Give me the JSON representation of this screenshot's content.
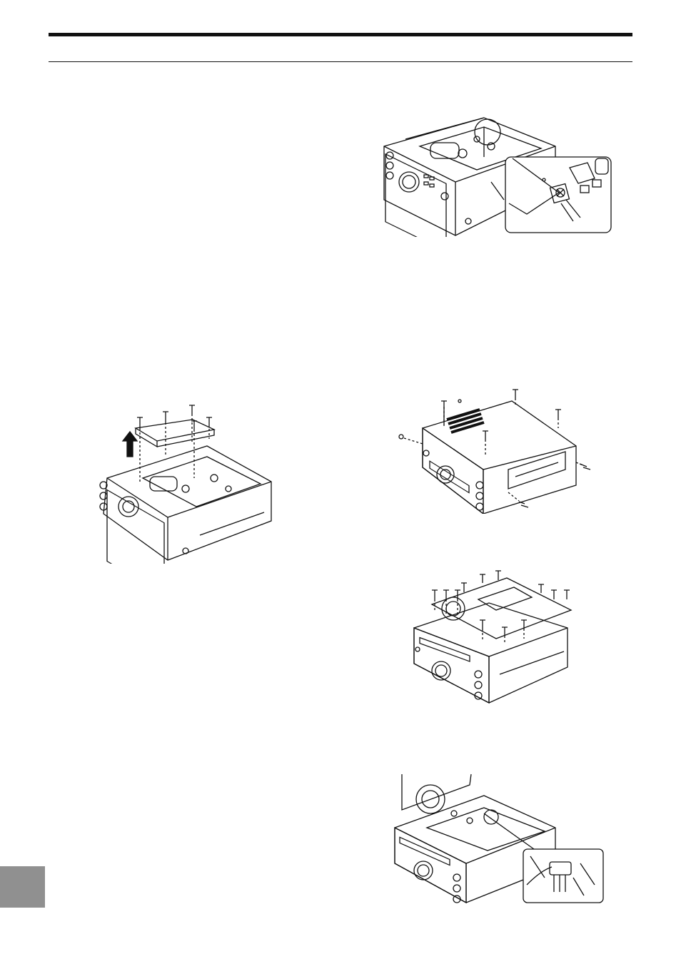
{
  "page": {
    "colors": {
      "ink": "#111111",
      "tab_fill": "#909090",
      "paper": "#ffffff"
    }
  },
  "figures": [
    {
      "id": "fig-open-chassis-top-right",
      "icon": "transceiver-open-chassis-with-detail-inset"
    },
    {
      "id": "fig-remove-shield-cover",
      "icon": "transceiver-shield-cover-lift-arrow"
    },
    {
      "id": "fig-remove-top-case",
      "icon": "transceiver-case-screws"
    },
    {
      "id": "fig-remove-bottom-plate",
      "icon": "transceiver-bottom-plate-screws"
    },
    {
      "id": "fig-speaker-connector",
      "icon": "transceiver-speaker-connector-inset"
    }
  ]
}
